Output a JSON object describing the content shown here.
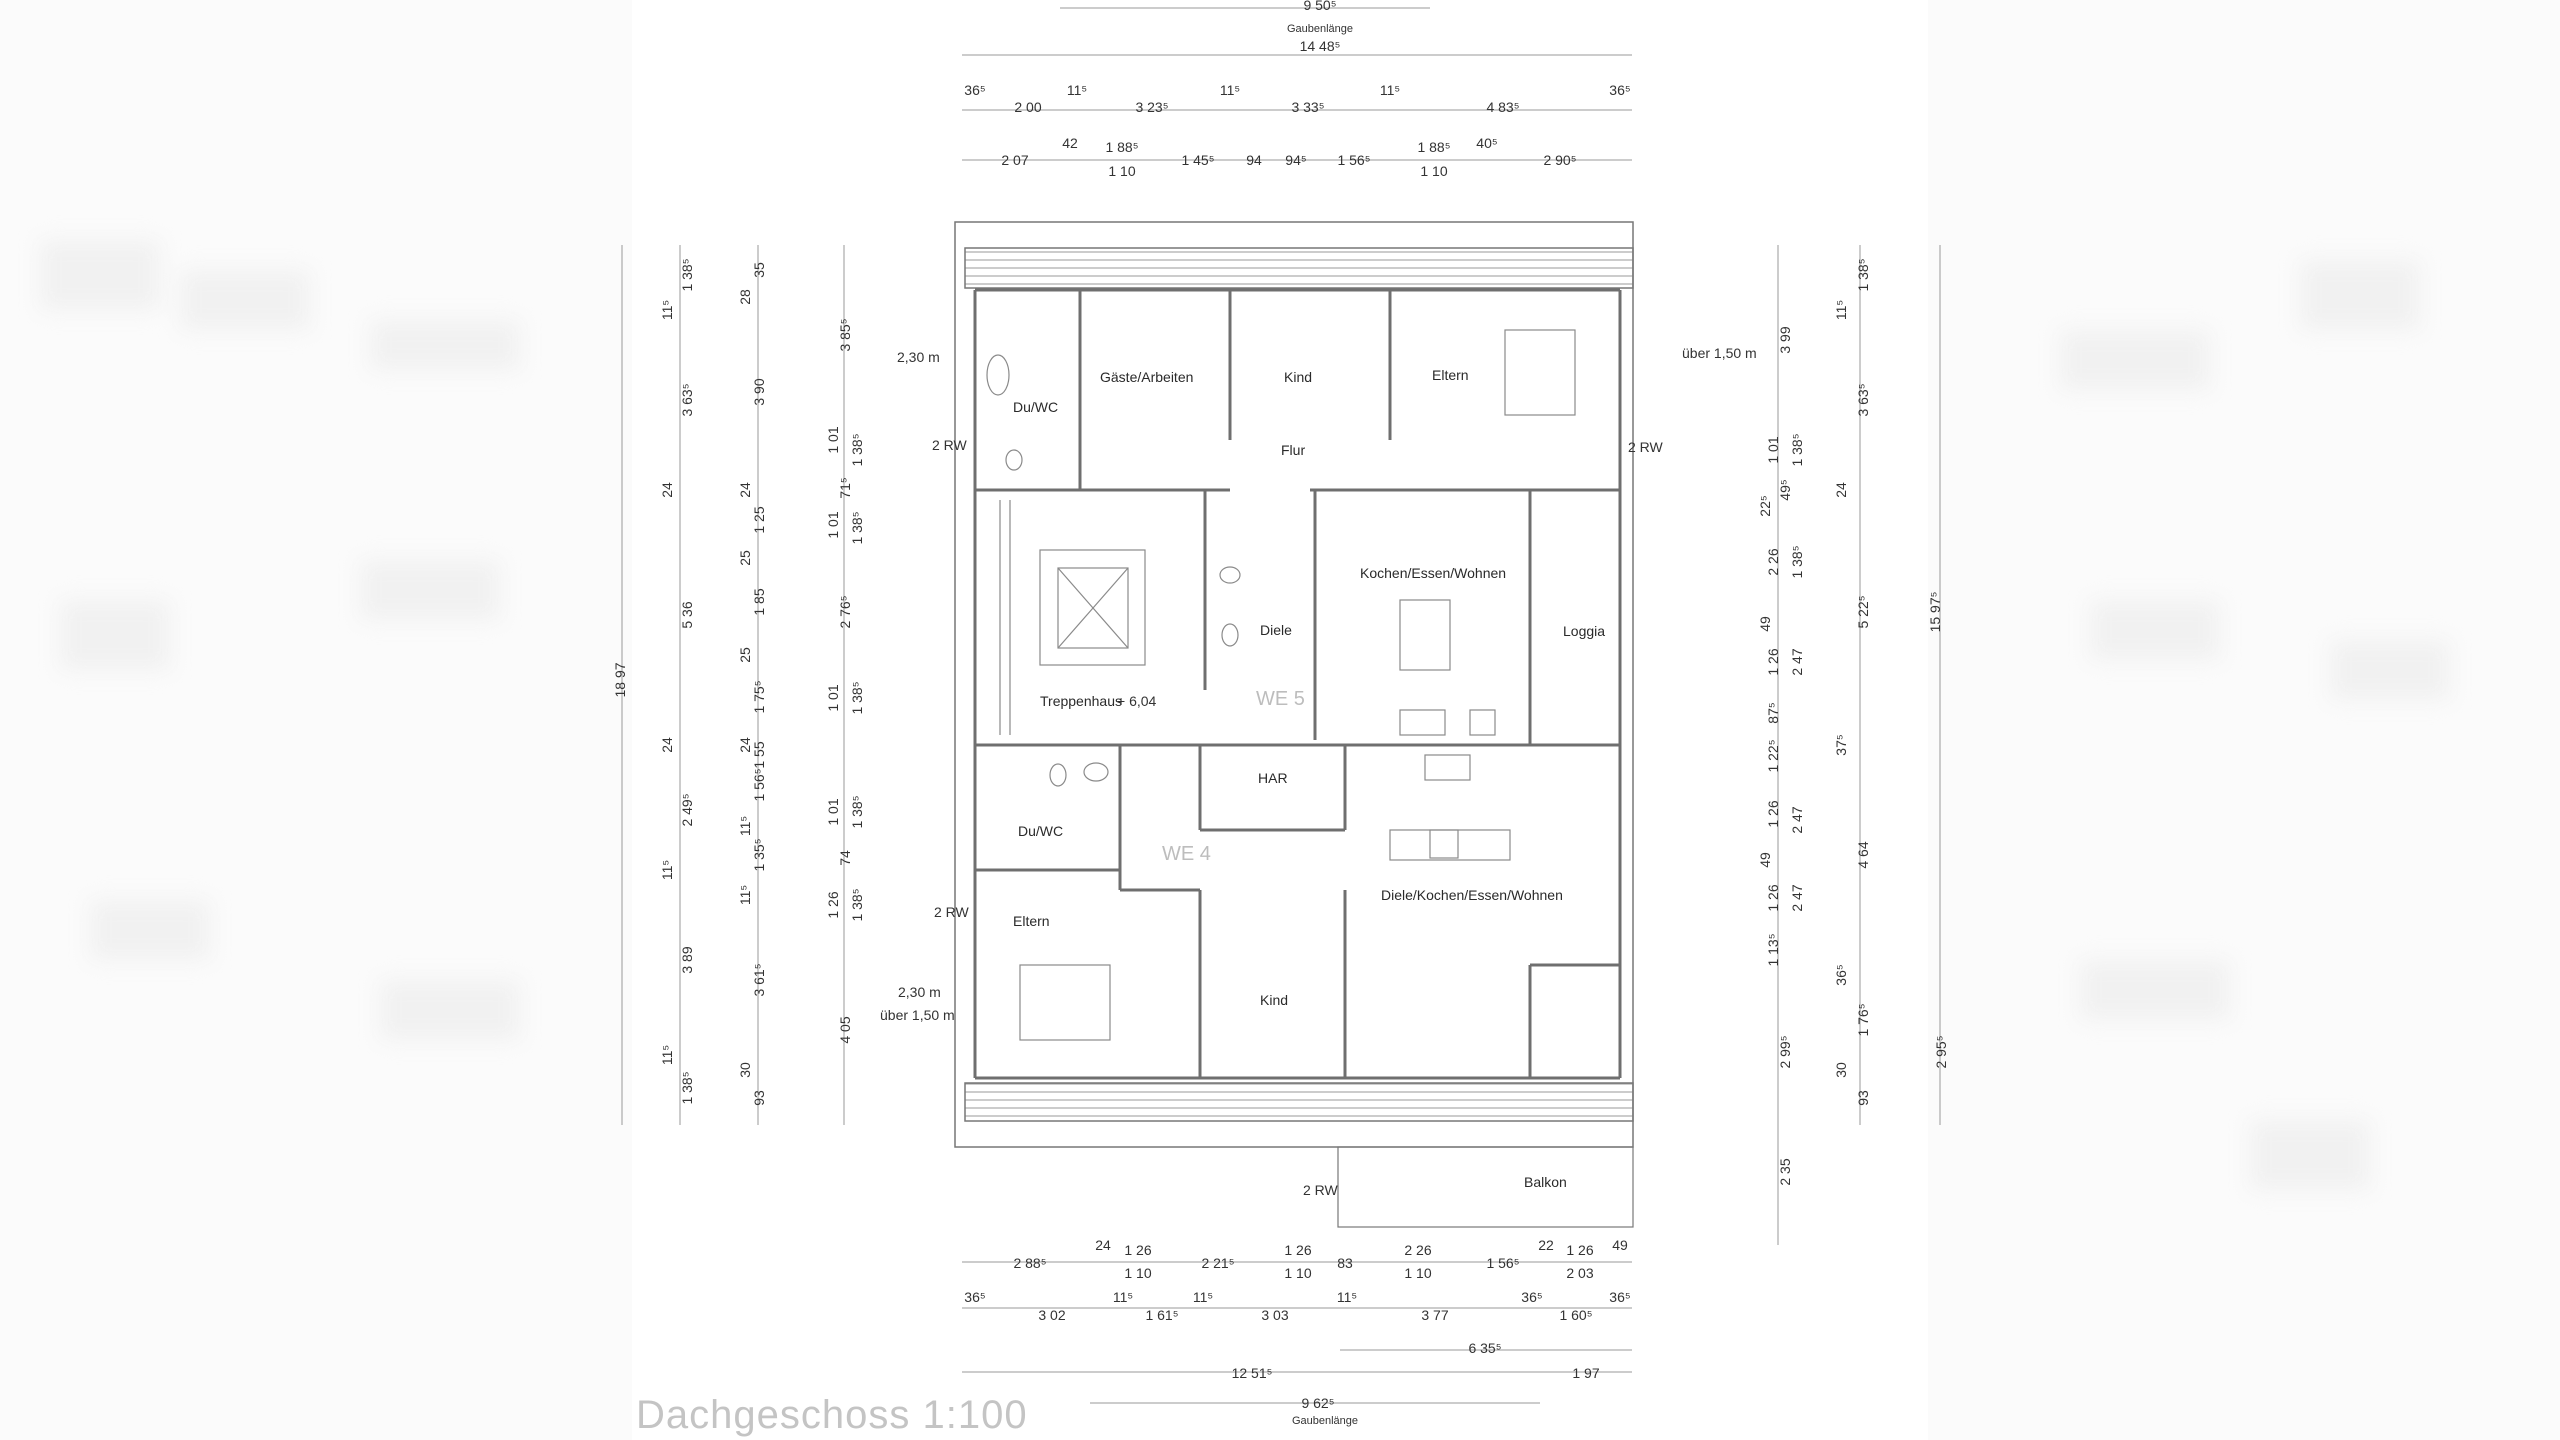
{
  "top_dims": {
    "gaube_len": "9 50⁵",
    "gaube_word": "Gaubenlänge",
    "total": "14 48⁵",
    "row1": [
      "36⁵",
      "2 00",
      "11⁵",
      "3 23⁵",
      "11⁵",
      "3 33⁵",
      "11⁵",
      "4 83⁵",
      "36⁵"
    ],
    "row2": [
      "2 07",
      "42",
      "1 88⁵",
      "1 45⁵",
      "94",
      "94⁵",
      "1 56⁵",
      "1 88⁵",
      "40⁵",
      "2 90⁵"
    ],
    "row2b": [
      "1 10",
      "1 10"
    ]
  },
  "left_dims": {
    "outer": "18 97",
    "c2": [
      "1 38⁵",
      "11⁵",
      "3 63⁵",
      "24",
      "5 36",
      "24",
      "2 49⁵",
      "11⁵",
      "3 89",
      "11⁵",
      "1 38⁵"
    ],
    "c3": [
      "35",
      "28",
      "3 90",
      "24",
      "1 25",
      "25",
      "1 85",
      "25",
      "1 75⁵",
      "24",
      "1 55",
      "1 56⁵",
      "11⁵",
      "1 35⁵",
      "11⁵",
      "3 61⁵",
      "30",
      "93"
    ],
    "c4": [
      "3 85⁵",
      "1 01",
      "71⁵",
      "1 01",
      "2 76⁵",
      "1 01",
      "1 01",
      "74",
      "1 26",
      "4 05"
    ],
    "c5": [
      "1 38⁵",
      "1 38⁵",
      "1 38⁵",
      "1 38⁵",
      "1 38⁵"
    ]
  },
  "right_dims": {
    "outer": "15 97⁵",
    "c1": [
      "3 99",
      "1 01",
      "22⁵",
      "2 26",
      "49",
      "1 26",
      "87⁵",
      "1 22⁵",
      "1 26",
      "49",
      "1 26",
      "1 13⁵",
      "2 99⁵",
      "2 35"
    ],
    "c2": [
      "1 38⁵",
      "49⁵",
      "1 38⁵",
      "2 47",
      "2 47",
      "2 47"
    ],
    "c3": [
      "1 38⁵",
      "11⁵",
      "3 63⁵",
      "24",
      "5 22⁵",
      "37⁵",
      "4 64",
      "36⁵",
      "1 76⁵",
      "30",
      "93"
    ],
    "c4": [
      "2 95⁵"
    ]
  },
  "bottom_dims": {
    "row1": [
      "2 88⁵",
      "24",
      "1 26",
      "2 21⁵",
      "1 26",
      "83",
      "2 26",
      "1 56⁵",
      "22",
      "1 26",
      "49"
    ],
    "row1b": [
      "1 10",
      "1 10",
      "1 10",
      "2 03"
    ],
    "row2": [
      "36⁵",
      "3 02",
      "11⁵",
      "1 61⁵",
      "11⁵",
      "3 03",
      "11⁵",
      "3 77",
      "36⁵",
      "1 60⁵",
      "36⁵"
    ],
    "row3": [
      "6 35⁵"
    ],
    "row4": [
      "12 51⁵",
      "1 97"
    ],
    "gaube_len": "9 62⁵",
    "gaube_word": "Gaubenlänge"
  },
  "notes": {
    "h_230_top": "2,30 m",
    "over150_top": "über 1,50 m",
    "rw_left_top": "2  RW",
    "rw_right_top": "2  RW",
    "rw_left_bottom": "2  RW",
    "h_230_bottom": "2,30 m",
    "over150_bottom": "über 1,50 m",
    "rw_balkon": "2  RW",
    "stair_level": "+ 6,04"
  },
  "rooms": {
    "du_wc_top": "Du/WC",
    "gaeste": "Gäste/Arbeiten",
    "kind_top": "Kind",
    "eltern_top": "Eltern",
    "flur": "Flur",
    "kochen_top": "Kochen/Essen/Wohnen",
    "diele": "Diele",
    "loggia": "Loggia",
    "treppenhaus": "Treppenhaus",
    "we5": "WE 5",
    "har": "HAR",
    "du_wc_bottom": "Du/WC",
    "we4": "WE 4",
    "diele_kochen": "Diele/Kochen/Essen/Wohnen",
    "eltern_bottom": "Eltern",
    "kind_bottom": "Kind",
    "balkon": "Balkon"
  },
  "title": "Dachgeschoss  1:100",
  "colors": {
    "line": "#6b6b6b",
    "wall": "#7a7a7a",
    "text": "#333333",
    "faint": "#c4c4c4"
  }
}
